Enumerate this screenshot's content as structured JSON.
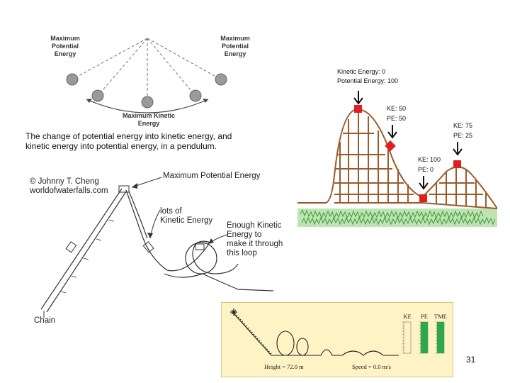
{
  "pendulum": {
    "label_left": [
      "Maximum",
      "Potential",
      "Energy"
    ],
    "label_right": [
      "Maximum",
      "Potential",
      "Energy"
    ],
    "label_bottom": [
      "Maximum Kinetic",
      "Energy"
    ],
    "caption_line1": "The change of potential energy into kinetic energy, and",
    "caption_line2": "kinetic energy into potential energy, in a pendulum."
  },
  "coaster_sketch": {
    "copyright_line1": "© Johnny T. Cheng",
    "copyright_line2": "worldofwaterfalls.com",
    "max_pe": "Maximum Potential Energy",
    "lots_line1": "lots of",
    "lots_line2": "Kinetic Energy",
    "enough_line1": "Enough Kinetic",
    "enough_line2": "Energy to",
    "enough_line3": "make it through",
    "enough_line4": "this loop",
    "chain": "Chain"
  },
  "coaster_energy": {
    "top_line1": "Kinetic Energy: 0",
    "top_line2": "Potential Energy: 100",
    "mid_ke": "KE: 50",
    "mid_pe": "PE: 50",
    "bottom_ke": "KE: 100",
    "bottom_pe": "PE: 0",
    "right_ke": "KE: 75",
    "right_pe": "PE: 25"
  },
  "simulation": {
    "bar_label_ke": "KE",
    "bar_label_pe": "PE",
    "bar_label_tme": "TME",
    "height": "Height = 72.0 m",
    "speed": "Speed = 0.0 m/s",
    "bar_levels": {
      "ke": 0.0,
      "pe": 1.0,
      "tme": 1.0
    },
    "colors": {
      "background": "#fdf3c4",
      "ke": "#2d7fd0",
      "pe": "#2ea84a",
      "tme": "#2ea84a"
    }
  },
  "page_number": "31"
}
